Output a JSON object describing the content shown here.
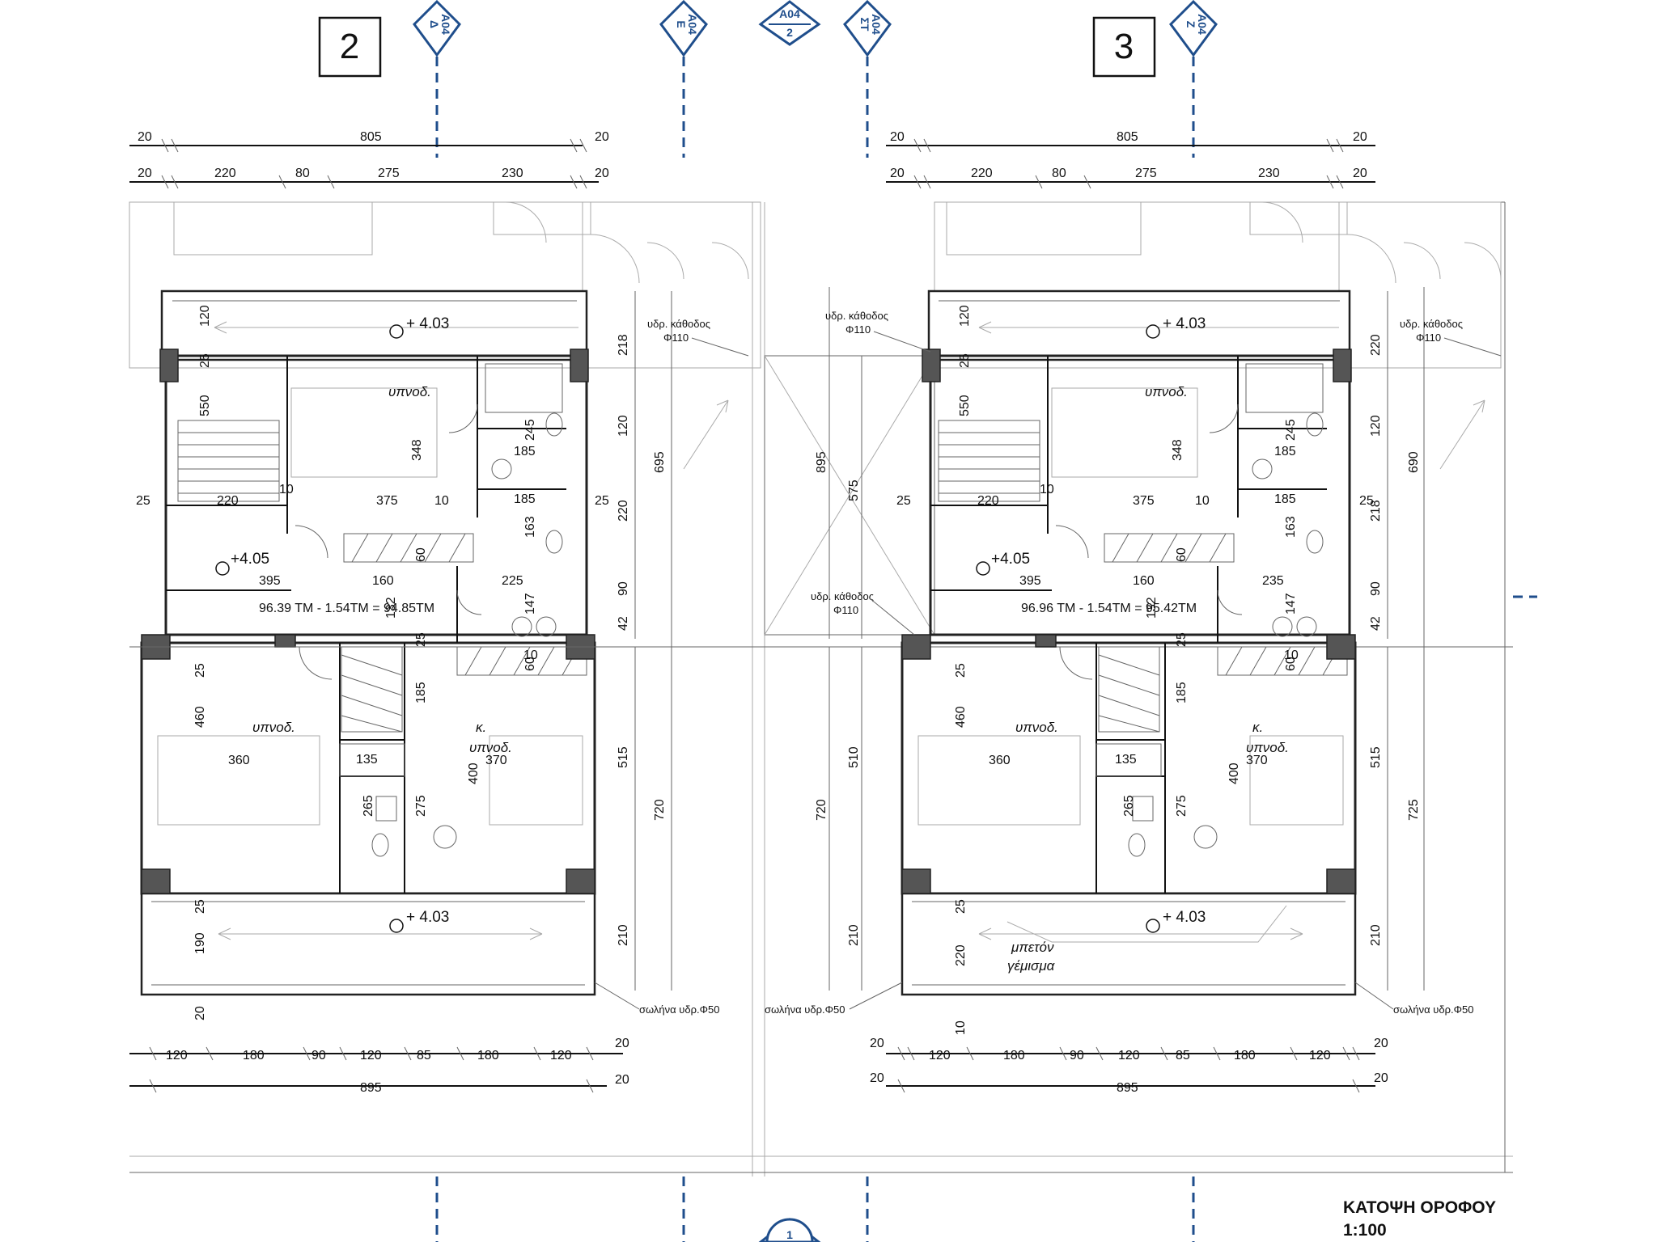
{
  "grid_bubbles_top": {
    "unit_a": "2",
    "unit_b": "3",
    "tag_d_ref": "A04",
    "tag_d_letter": "Δ",
    "tag_e_ref": "A04",
    "tag_e_letter": "Ε",
    "tag_center_ref": "A04",
    "tag_center_num": "2",
    "tag_st_ref": "A04",
    "tag_st_letter": "ΣΤ",
    "tag_z_ref": "A04",
    "tag_z_letter": "Ζ"
  },
  "grid_bubble_bottom": "1",
  "unit_left": {
    "top_dims_1": [
      "20",
      "805",
      "20"
    ],
    "top_dims_2": [
      "20",
      "220",
      "80",
      "275",
      "230",
      "20"
    ],
    "bottom_dims_1": [
      "120",
      "180",
      "90",
      "120",
      "85",
      "180",
      "120",
      "20"
    ],
    "bottom_dims_2": [
      "895",
      "20"
    ],
    "area": "96.39 ΤΜ - 1.54ΤΜ = 94.85ΤΜ",
    "level_top": "+ 4.03",
    "level_mid": "+4.05",
    "level_bottom": "+ 4.03",
    "rooms": [
      "υπνοδ.",
      "υπνοδ.",
      "κ.",
      "υπνοδ."
    ],
    "inner_dims": [
      "120",
      "25",
      "550",
      "348",
      "25",
      "220",
      "10",
      "375",
      "10",
      "245",
      "185",
      "185",
      "163",
      "25",
      "60",
      "395",
      "160",
      "225",
      "147",
      "132",
      "25",
      "60",
      "10",
      "25",
      "460",
      "360",
      "185",
      "370",
      "135",
      "400",
      "265",
      "275",
      "25",
      "190",
      "20"
    ],
    "right_dims": [
      "218",
      "120",
      "220",
      "90",
      "42",
      "695",
      "515",
      "720",
      "210"
    ],
    "notes": [
      "υδρ. κάθοδος",
      "Φ110",
      "σωλήνα υδρ.Φ50"
    ]
  },
  "unit_right": {
    "top_dims_1": [
      "20",
      "805",
      "20"
    ],
    "top_dims_2": [
      "20",
      "220",
      "80",
      "275",
      "230",
      "20"
    ],
    "bottom_dims_1": [
      "20",
      "120",
      "180",
      "90",
      "120",
      "85",
      "180",
      "120",
      "20"
    ],
    "bottom_dims_2": [
      "20",
      "895",
      "20"
    ],
    "area": "96.96 ΤΜ - 1.54ΤΜ = 95.42ΤΜ",
    "level_top": "+ 4.03",
    "level_mid": "+4.05",
    "level_bottom": "+ 4.03",
    "rooms": [
      "υπνοδ.",
      "υπνοδ.",
      "κ.",
      "υπνοδ."
    ],
    "fill_note_1": "μπετόν",
    "fill_note_2": "γέμισμα",
    "inner_dims": [
      "120",
      "25",
      "550",
      "348",
      "25",
      "220",
      "10",
      "375",
      "10",
      "245",
      "185",
      "185",
      "163",
      "25",
      "60",
      "395",
      "160",
      "235",
      "147",
      "132",
      "25",
      "60",
      "10",
      "25",
      "460",
      "360",
      "185",
      "370",
      "135",
      "400",
      "265",
      "275",
      "25",
      "220",
      "10"
    ],
    "right_dims": [
      "220",
      "120",
      "218",
      "90",
      "42",
      "690",
      "515",
      "725",
      "210"
    ],
    "left_dims": [
      "895",
      "575",
      "510",
      "720",
      "210"
    ],
    "notes": [
      "υδρ. κάθοδος",
      "Φ110",
      "υδρ. κάθοδος",
      "Φ110",
      "υδρ. κάθοδος",
      "Φ110",
      "σωλήνα υδρ.Φ50",
      "σωλήνα υδρ.Φ50"
    ]
  },
  "drawing_title": "ΚΑΤΟΨΗ ΟΡΟΦΟΥ",
  "drawing_scale": "1:100"
}
